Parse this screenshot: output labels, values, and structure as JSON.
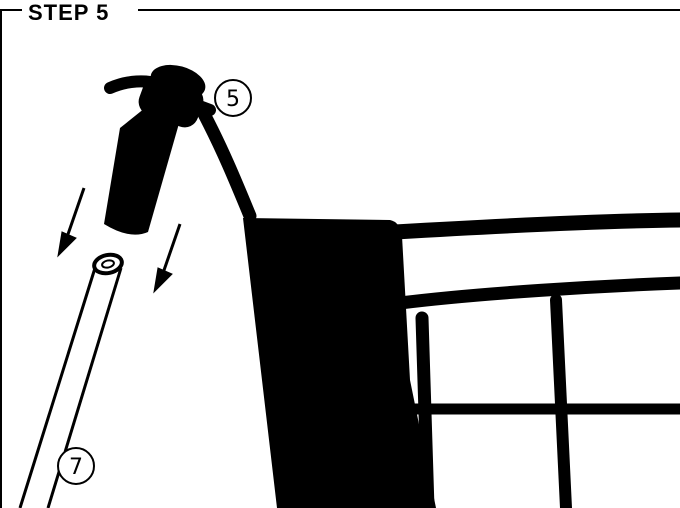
{
  "step": {
    "title": "STEP 5"
  },
  "callouts": [
    {
      "id": "part-5",
      "label": "5"
    },
    {
      "id": "part-7",
      "label": "7"
    }
  ],
  "colors": {
    "ink": "#000000",
    "paper": "#ffffff"
  },
  "icons": {
    "direction_arrows": "arrow-down-left-icon",
    "elbow_connector": "elbow-connector-icon",
    "pole_tube": "pole-tube-icon"
  }
}
